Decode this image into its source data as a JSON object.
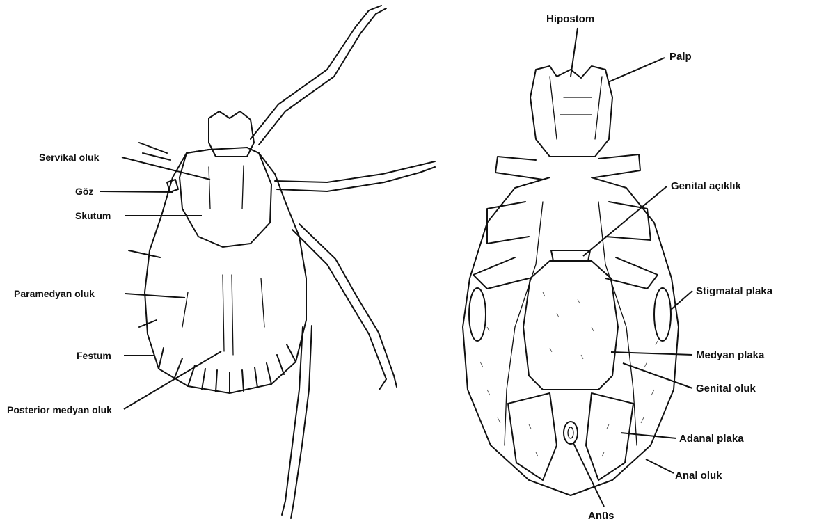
{
  "diagram": {
    "dorsal_labels": {
      "servikal_oluk": "Servikal oluk",
      "goz": "Göz",
      "skutum": "Skutum",
      "paramedyan_oluk": "Paramedyan oluk",
      "festum": "Festum",
      "posterior_medyan_oluk": "Posterior medyan oluk"
    },
    "ventral_labels": {
      "hipostom": "Hipostom",
      "palp": "Palp",
      "genital_aciklik": "Genital açıklık",
      "stigmatal_plaka": "Stigmatal plaka",
      "medyan_plaka": "Medyan plaka",
      "genital_oluk": "Genital oluk",
      "adanal_plaka": "Adanal plaka",
      "anal_oluk": "Anal oluk",
      "anus": "Anüs"
    }
  }
}
